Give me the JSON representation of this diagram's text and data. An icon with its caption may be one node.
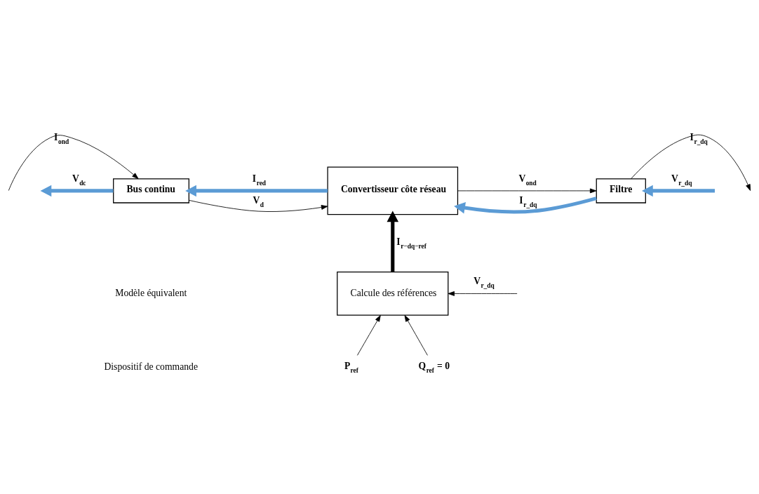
{
  "diagram": {
    "nodes": [
      {
        "text": [
          "Bus continu"
        ]
      },
      {
        "text": [
          "Convertisseur côte réseau"
        ]
      },
      {
        "text": [
          "Filtre"
        ]
      },
      {
        "text": [
          "Calcule des références"
        ]
      },
      {
        "text": [
          "P$_{ref}$"
        ]
      },
      {
        "text": [
          "Q$_{ref}$ = 0"
        ]
      }
    ],
    "edges": [
      {
        "from": null,
        "to": 0,
        "arrow": "to",
        "label": "I$_{ond}$"
      },
      {
        "from": 0,
        "to": null,
        "arrow": "to",
        "label": "V$_{dc}$",
        "style": "thick",
        "color": "#5b9bd5"
      },
      {
        "from": 0,
        "to": 1,
        "arrow": "to",
        "label": "V$_{d}$"
      },
      {
        "from": 1,
        "to": 0,
        "arrow": "to",
        "label": "I$_{red}$",
        "style": "thick",
        "color": "#5b9bd5"
      },
      {
        "from": 1,
        "to": 2,
        "arrow": "to",
        "label": "V$_{ond}$"
      },
      {
        "from": 2,
        "to": 1,
        "arrow": "to",
        "label": "I$_{r_dq}$",
        "style": "thick",
        "color": "#5b9bd5"
      },
      {
        "from": 2,
        "to": null,
        "arrow": "to",
        "label": "I$_{r_dq}$"
      },
      {
        "from": null,
        "to": 2,
        "arrow": "to",
        "label": "V$_{r_dq}$",
        "style": "thick",
        "color": "#5b9bd5"
      },
      {
        "from": null,
        "to": 3,
        "arrow": "to",
        "label": "V$_{r_dq}$"
      },
      {
        "from": 3,
        "to": 1,
        "arrow": "to",
        "label": "I$_{r−dq−ref}$",
        "style": "thick"
      },
      {
        "from": 4,
        "to": 3,
        "arrow": "to"
      },
      {
        "from": 5,
        "to": 3,
        "arrow": "to"
      }
    ],
    "labels": [
      "Modèle équivalent",
      "Dispositif de commande"
    ]
  }
}
